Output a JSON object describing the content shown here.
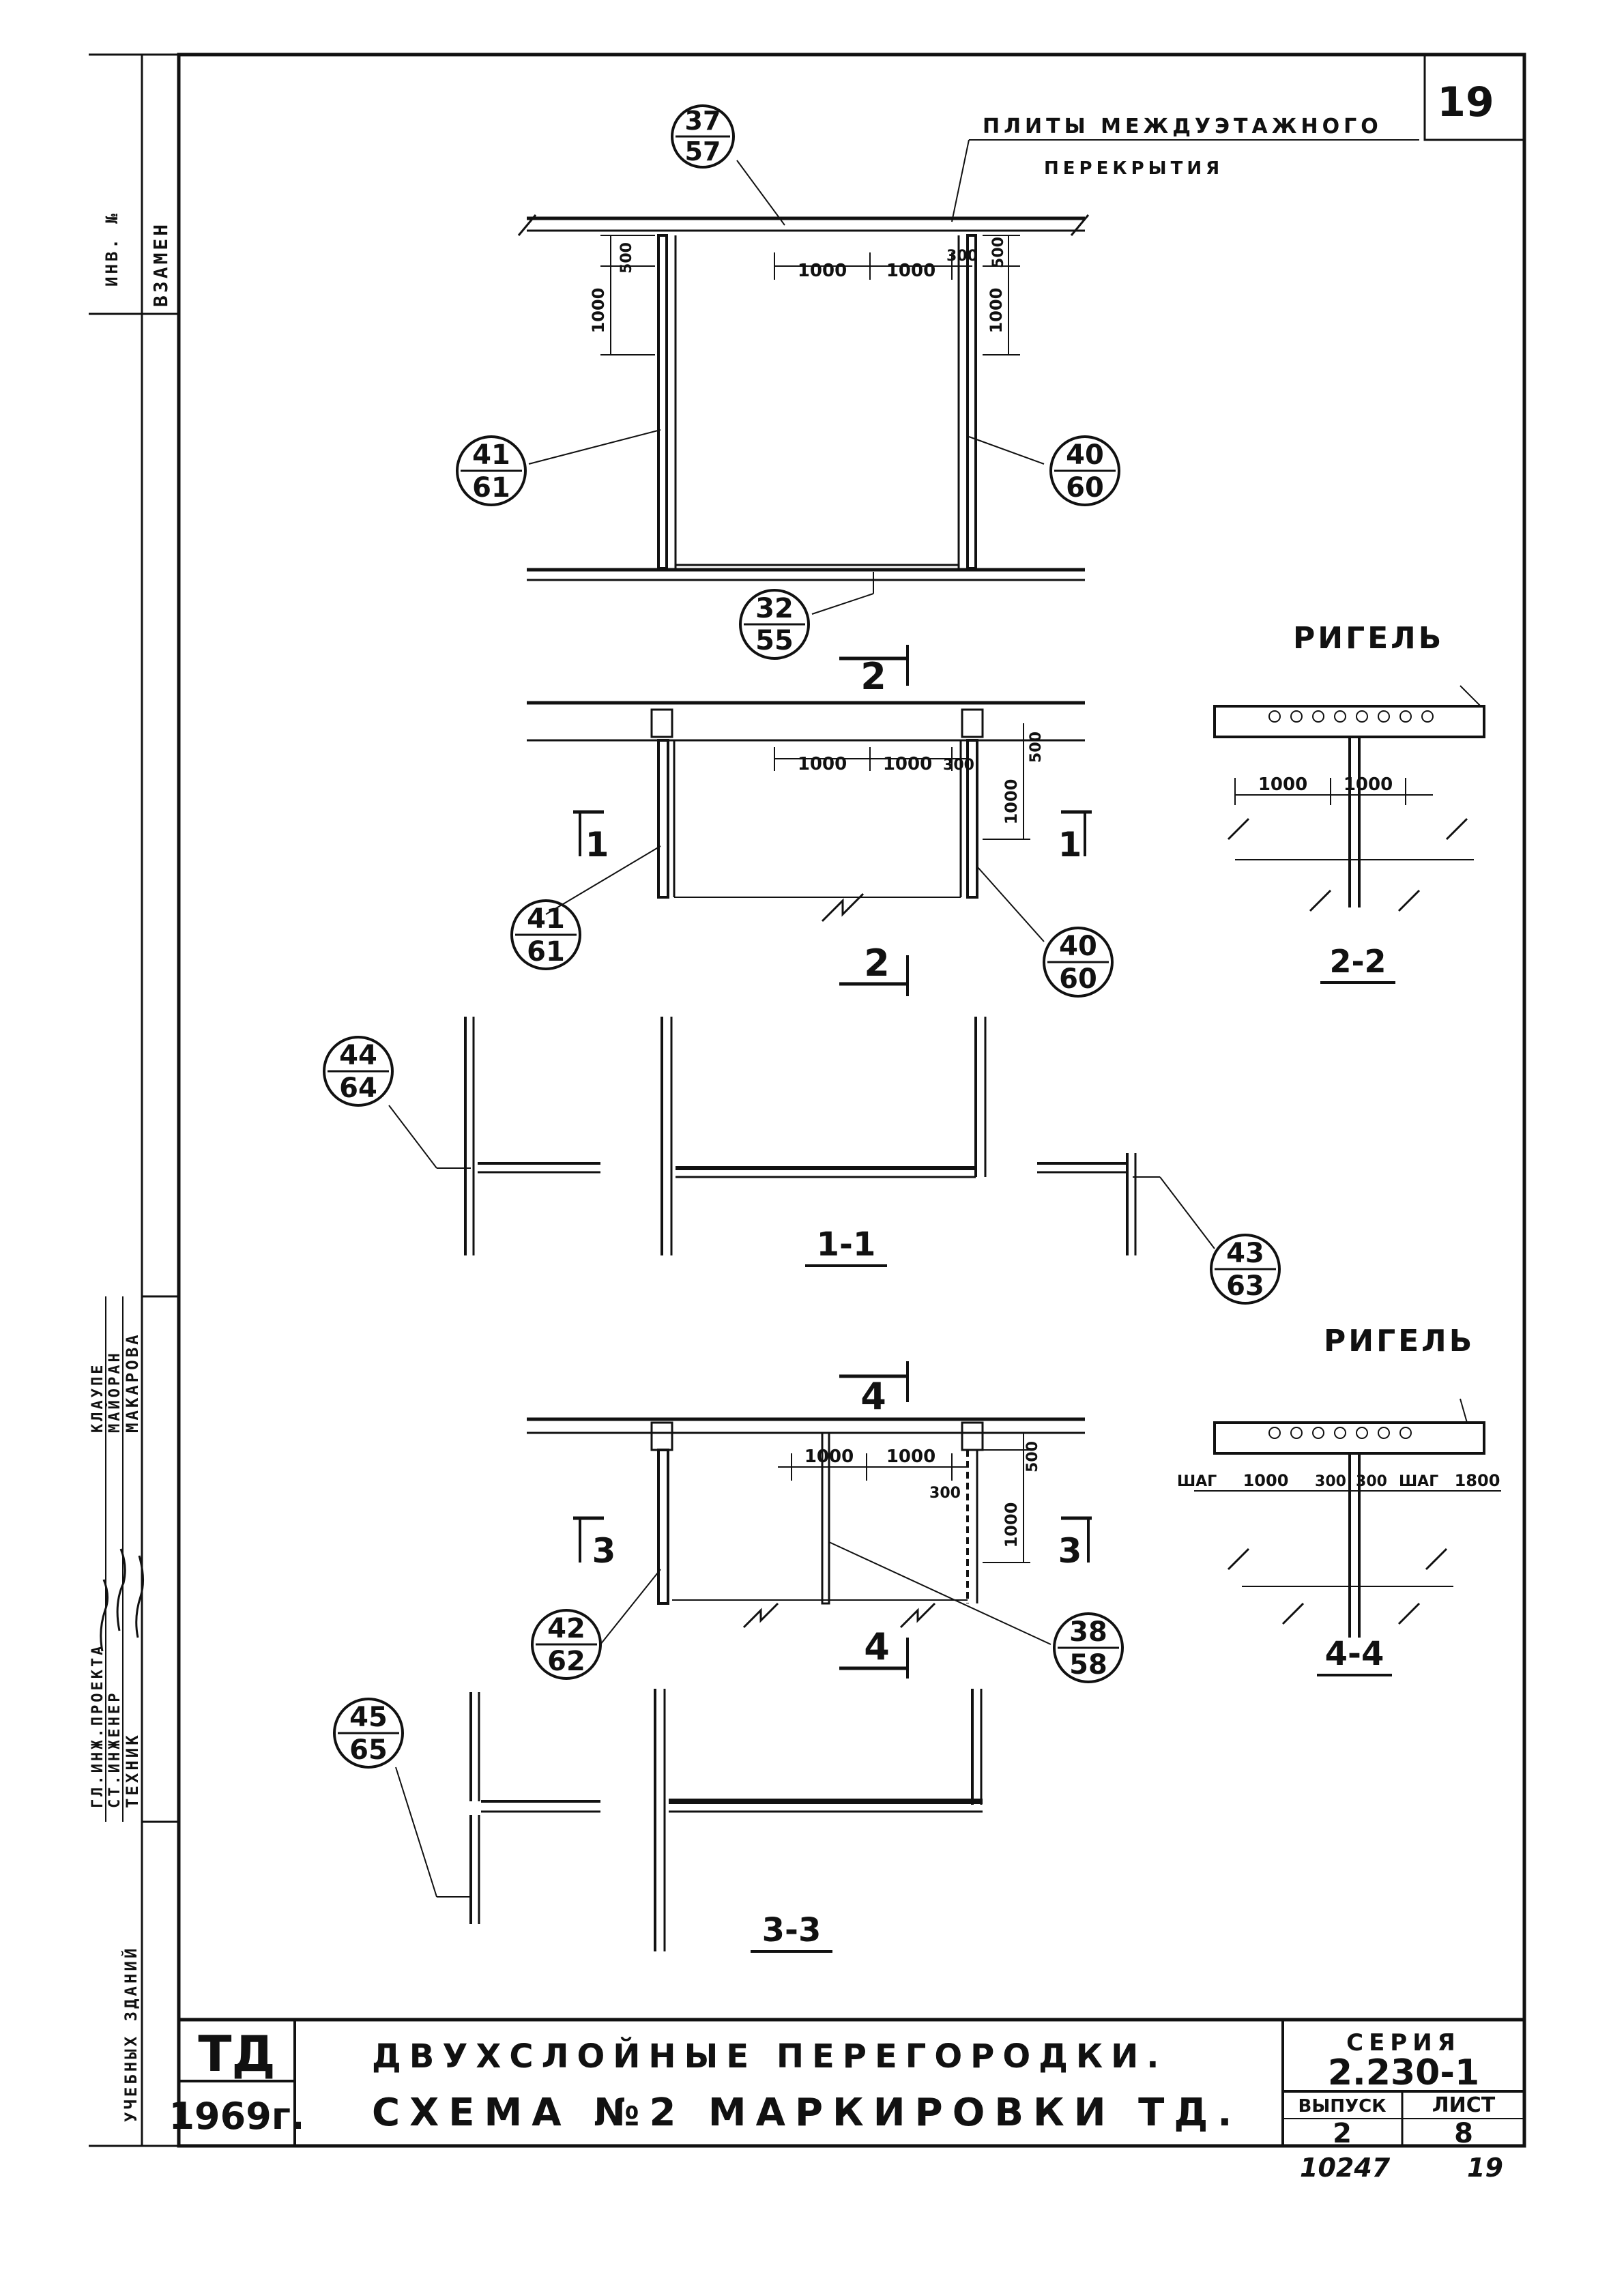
{
  "page_number": "19",
  "labels": {
    "slabs_line1": "ПЛИТЫ МЕЖДУЭТАЖНОГО",
    "slabs_line2": "ПЕРЕКРЫТИЯ",
    "rigel_top": "РИГЕЛЬ",
    "rigel_bottom": "РИГЕЛЬ",
    "step_left": "ШАГ",
    "step_right": "ШАГ"
  },
  "markers": {
    "m37": {
      "top": "37",
      "bottom": "57"
    },
    "m41a": {
      "top": "41",
      "bottom": "61"
    },
    "m40a": {
      "top": "40",
      "bottom": "60"
    },
    "m32": {
      "top": "32",
      "bottom": "55"
    },
    "m41b": {
      "top": "41",
      "bottom": "61"
    },
    "m40b": {
      "top": "40",
      "bottom": "60"
    },
    "m44": {
      "top": "44",
      "bottom": "64"
    },
    "m43": {
      "top": "43",
      "bottom": "63"
    },
    "m42": {
      "top": "42",
      "bottom": "62"
    },
    "m38": {
      "top": "38",
      "bottom": "58"
    },
    "m45": {
      "top": "45",
      "bottom": "65"
    }
  },
  "dims": {
    "d500": "500",
    "d1000": "1000",
    "d300": "300",
    "d1800": "1800"
  },
  "sections": {
    "cut2": "2",
    "cut1": "1",
    "cut4": "4",
    "cut3": "3",
    "sec_2_2": "2-2",
    "sec_1_1": "1-1",
    "sec_4_4": "4-4",
    "sec_3_3": "3-3"
  },
  "side_stamp": {
    "vzamen": "ВЗАМЕН",
    "inv_no": "ИНВ. №",
    "eng1_role": "ГЛ.ИНЖ.ПРОЕКТА",
    "eng1_name": "КЛАУПЕ",
    "eng2_role": "СТ.ИНЖЕНЕР",
    "eng2_name": "МАЙОРАН",
    "tech_role": "ТЕХНИК",
    "tech_name": "МАКАРОВА",
    "org": "УЧЕБНЫХ ЗДАНИЙ"
  },
  "title_block": {
    "code": "ТД",
    "year": "1969г.",
    "title1": "ДВУХСЛОЙНЫЕ ПЕРЕГОРОДКИ.",
    "title2": "СХЕМА №2 МАРКИРОВКИ ТД.",
    "series_label": "СЕРИЯ",
    "series_value": "2.230-1",
    "issue_label": "ВЫПУСК",
    "issue_value": "2",
    "sheet_label": "ЛИСТ",
    "sheet_value": "8"
  },
  "footer": {
    "doc_no": "10247",
    "page": "19"
  }
}
